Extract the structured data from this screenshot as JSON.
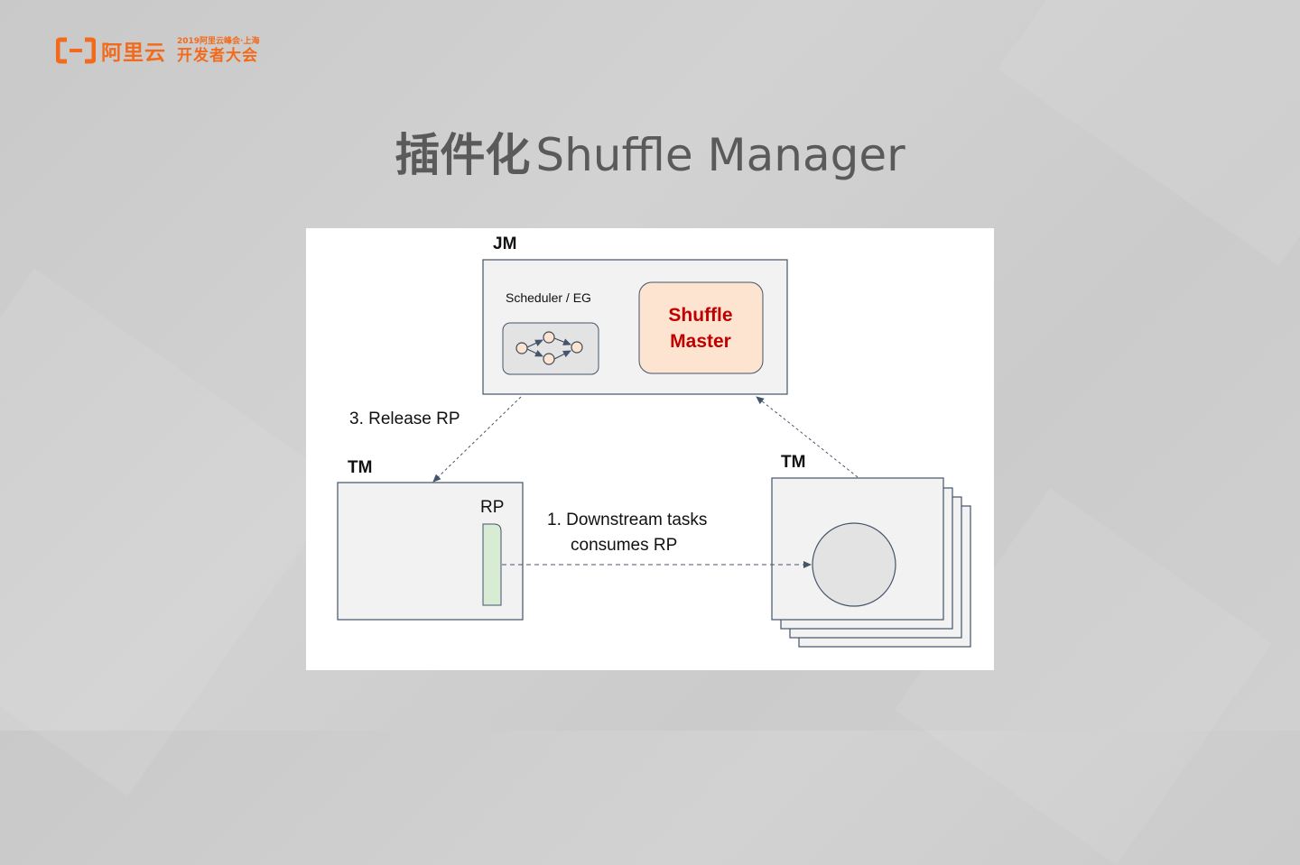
{
  "header": {
    "brand": "阿里云",
    "event_line1": "2019阿里云峰会·上海",
    "event_line2": "开发者大会"
  },
  "slide": {
    "title_cn": "插件化",
    "title_en": "Shuffle Manager"
  },
  "diagram": {
    "jm_label": "JM",
    "scheduler_label": "Scheduler / EG",
    "shuffle_master_line1": "Shuffle",
    "shuffle_master_line2": "Master",
    "release_label": "3. Release RP",
    "tm_left_label": "TM",
    "rp_label": "RP",
    "downstream_line1": "1. Downstream tasks",
    "downstream_line2": "consumes RP",
    "tm_right_label": "TM",
    "colors": {
      "shuffle_master_fill": "#fce4d0",
      "shuffle_master_text": "#c00000",
      "rp_fill": "#d8ecd3",
      "box_fill": "#f2f2f2",
      "stroke": "#44546a"
    }
  }
}
